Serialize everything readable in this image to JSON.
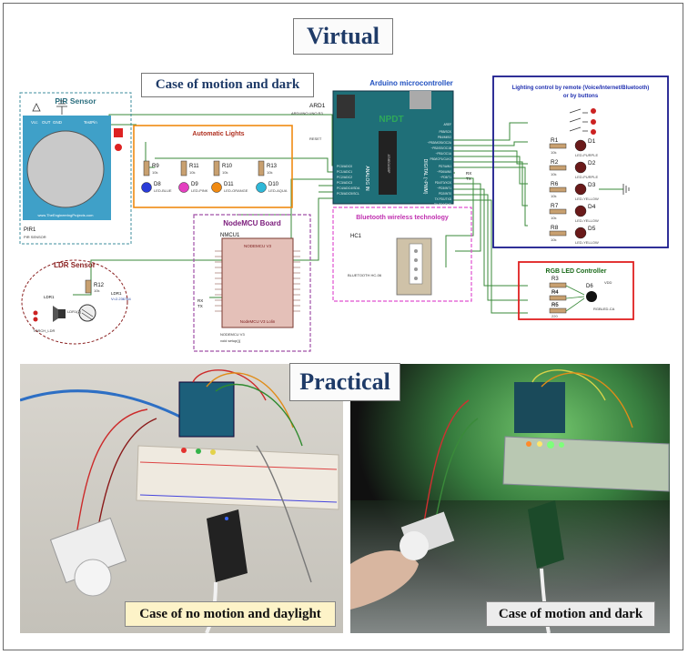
{
  "titles": {
    "virtual": "Virtual",
    "practical": "Practical"
  },
  "captions": {
    "virtual": "Case of motion  and  dark",
    "photo_left": "Case of no motion  and  daylight",
    "photo_right": "Case of motion  and  dark"
  },
  "pir": {
    "title": "PIR Sensor",
    "pins": [
      "Vcc",
      "OUT",
      "GND"
    ],
    "testpin": "TestPin",
    "url": "www.TheEngineeringProjects.com",
    "ref": "PIR1",
    "model": "PIR SENSOR"
  },
  "arduino": {
    "title": "Arduino microcontroller",
    "ref": "ARD1",
    "model": "ARDUINO UNO R3",
    "logo": "NPDT",
    "reset": "RESET",
    "analog_label": "ANALOG IN",
    "digital_label": "DIGITAL (~PWM)",
    "analog_pins": [
      "PC0/ADC0",
      "PC1/ADC1",
      "PC2/ADC2",
      "PC3/ADC3",
      "PC4/ADC4/SDA",
      "PC5/ADC5/SCL"
    ],
    "digital_pins": [
      "AREF",
      "PB5/SCK",
      "PB4/MISO",
      "~PB3/MOSI/OC2A",
      "~PB2/SS/OC1B",
      "~PB1/OC1A",
      "PB0/ICP1/CLKO",
      "PD7/AIN1",
      "~PD6/AIN0",
      "~PD5/T1",
      "PD4/T0/XCK",
      "~PD3/INT1",
      "PD2/INT0",
      "TX PD1/TXD",
      "RX PD0/RXD"
    ],
    "chip": "ATMEGA328P"
  },
  "automatic_lights": {
    "title": "Automatic Lights",
    "resistors": [
      {
        "ref": "R9",
        "value": "10k"
      },
      {
        "ref": "R11",
        "value": "10k"
      },
      {
        "ref": "R10",
        "value": "10k"
      },
      {
        "ref": "R13",
        "value": "10k"
      }
    ],
    "leds": [
      {
        "ref": "D8",
        "label": "LED-BLUE",
        "color": "#2a3bd8"
      },
      {
        "ref": "D9",
        "label": "LED-PINK",
        "color": "#e43fc0"
      },
      {
        "ref": "D11",
        "label": "LED-ORANGE",
        "color": "#f08a12"
      },
      {
        "ref": "D10",
        "label": "LED-AQUA",
        "color": "#2fb8d8"
      }
    ]
  },
  "remote": {
    "title": "Lighting control by remote (Voice/Internet/Bluetooth) or by buttons",
    "resistors": [
      {
        "ref": "R1",
        "value": "10k"
      },
      {
        "ref": "R2",
        "value": "10k"
      },
      {
        "ref": "R6",
        "value": "10k"
      },
      {
        "ref": "R7",
        "value": "10k"
      },
      {
        "ref": "R8",
        "value": "10k"
      }
    ],
    "leds": [
      {
        "ref": "D1",
        "label": "LED-PURPLE"
      },
      {
        "ref": "D2",
        "label": "LED-PURPLE"
      },
      {
        "ref": "D3",
        "label": "LED-YELLOW"
      },
      {
        "ref": "D4",
        "label": "LED-YELLOW"
      },
      {
        "ref": "D5",
        "label": "LED-YELLOW"
      }
    ]
  },
  "nodemcu": {
    "title": "NodeMCU Board",
    "ref": "NMCU1",
    "chip_title": "NODEMCU V3",
    "chip_footer": "NodeMCU V3 Lolin",
    "model": "NODEMCU V3",
    "note": "void setup(){",
    "rx": "RX",
    "tx": "TX"
  },
  "bluetooth": {
    "title": "Bluetooth wireless technology",
    "ref": "HC1",
    "model": "BLUETOOTH HC-06",
    "rx": "RX",
    "tx": "TX"
  },
  "ldr": {
    "title": "LDR Sensor",
    "resistor": "R12",
    "res_value": "10k",
    "ref": "LDR1",
    "ref2": "LDR1",
    "voltage": "V=2.236784",
    "torch_ref": "LDR1(2)",
    "torch": "TORCH_LDR"
  },
  "rgb": {
    "title": "RGB LED Controller",
    "resistors": [
      {
        "ref": "R3",
        "value": "220"
      },
      {
        "ref": "R4",
        "value": "220"
      },
      {
        "ref": "R5",
        "value": "220"
      }
    ],
    "led_ref": "D6",
    "led_label": "RGBLED-CA",
    "vdd": "VDD"
  }
}
